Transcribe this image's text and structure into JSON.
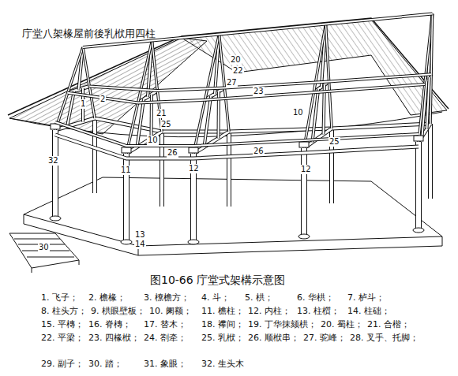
{
  "diagram": {
    "title": "庁堂八架椽屋前後乳栿用四柱",
    "caption": "图10-66 庁堂式架構示意图",
    "labels": [
      "1",
      "2",
      "32",
      "10",
      "11",
      "12",
      "25",
      "26",
      "23",
      "20",
      "22",
      "27",
      "21",
      "10",
      "12",
      "25",
      "26",
      "13",
      "14",
      "30",
      "1. 飞子；",
      "2. 檐椽；",
      "3. 橑檐方；",
      "4. 斗；",
      "5. 栱；",
      "6. 华栱；",
      "7. 栌斗；",
      "8. 柱头方；",
      "9. 栱眼壁板；",
      "10. 阑额；",
      "11. 檐柱；",
      "12. 内柱；",
      "13. 柱櫍；",
      "14. 柱础；",
      "15. 平槫；",
      "16. 脊槫；",
      "17. 替木；",
      "18. 襻间；",
      "19. 丁华抹颏栱；",
      "20. 蜀柱；",
      "21. 合楷；",
      "22. 平梁；",
      "23. 四椽栿；",
      "24. 劄牵；",
      "25. 乳栿；",
      "26. 顺栿串；",
      "27. 驼峰；",
      "28. 叉手、托脚；",
      "29. 副子；",
      "30. 踏；",
      "31. 象眼；",
      "32. 生头木"
    ]
  }
}
